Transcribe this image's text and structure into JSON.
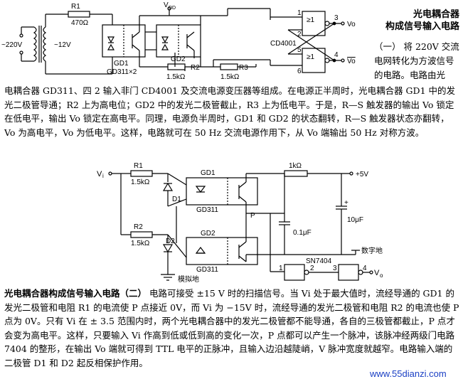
{
  "circuit1": {
    "title_line1": "光电耦合器",
    "title_line2": "构成信号输入电路",
    "side_text": "（一） 将 220V 交流电网转化为方波信号的电路。电路由光",
    "labels": {
      "r1": "R1",
      "r1_val": "470Ω",
      "vdd": "V",
      "vdd_sub": "DD",
      "v220": "~220V",
      "v12": "~12V",
      "gd1": "GD1",
      "gd311": "GD311×2",
      "gd2": "GD2",
      "r2": "R2",
      "r2_val": "1.5kΩ",
      "r3": "R3",
      "r3_val": "1.5kΩ",
      "cd4001": "CD4001",
      "gate": "≥1",
      "vo": "Vo",
      "vo_bar": "Vo",
      "pin1": "1",
      "pin2": "2",
      "pin3": "3",
      "pin4": "4",
      "pin5": "5",
      "pin6": "6"
    },
    "body": "电耦合器 GD311、四 2 输入非门 CD4001 及交流电源变压器等组成。在电源正半周时，光电耦合器 GD1 中的发光二极管导通；R2 上为高电位；GD2 中的发光二极管截止，R3 上为低电平。于是，R—S 触发器的输出 Vo 锁定在低电平，输出 Vo 锁定在高电平。同理，电源负半周时，GD1 和 GD2 的状态翻转，R—S 触发器状态亦翻转，Vo 为高电平，Vo 为低电平。这样，电路就可在 50 Hz 交流电源作用下，从 Vo 端输出 50 Hz 对称方波。"
  },
  "circuit2": {
    "labels": {
      "vi": "V",
      "vi_sub": "i",
      "r1": "R1",
      "r1_val": "1.5kΩ",
      "r2": "R2",
      "r2_val": "1.5kΩ",
      "d1": "D1",
      "d2": "D2",
      "gd1": "GD1",
      "gd311a": "GD311",
      "gd2": "GD2",
      "gd311b": "GD311",
      "r1k": "1kΩ",
      "vplus": "+5V",
      "c1": "0.1μF",
      "c2": "10μF",
      "ground_a": "模拟地",
      "ground_d": "数字地",
      "sn7404": "SN7404",
      "pin1": "1",
      "pin2": "2",
      "pin3": "3",
      "pin4": "4",
      "p": "P",
      "vo": "V",
      "vo_sub": "o",
      "plus": "+"
    },
    "caption": "光电耦合器构成信号输入电路（二）",
    "body": "电路可接受 ±15 V 时的扫描信号。当 Vi 处于最大值时，流经导通的 GD1 的发光二极管和电阻 R1 的电流使 P 点接近 0V，而 Vi 为 −15V 时，流经导通的发光二极管和电阻 R2 的电流也使 P 点为 0V。只有 Vi 在 ± 3.5 范围内时，两个光电耦合器中的发光二极管都不能导通，各自的三极管都截止，P 点才会变为高电平。这样，只要输入 Vi 作高到低或低到高的变化一次，P 点都可以产生一个脉冲，该脉冲经两级门电路 7404 的整形，在输出 Vo 端就可得到 TTL 电平的正脉冲，且输入边沿越陡峭，V 脉冲宽度就越窄。电路输入端的二极管 D1 和 D2 起反相保护作用。"
  },
  "watermark": "www.55dianzi.com"
}
